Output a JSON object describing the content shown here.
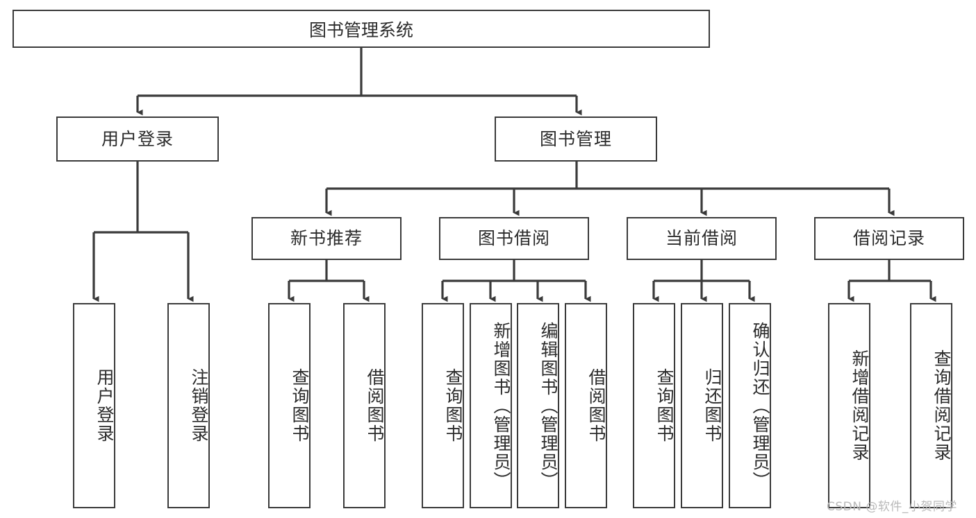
{
  "diagram": {
    "title": "图书管理系统",
    "type": "tree-hierarchy-diagram",
    "root": {
      "label": "图书管理系统"
    },
    "level2": [
      {
        "label": "用户登录"
      },
      {
        "label": "图书管理"
      }
    ],
    "level3": [
      {
        "label": "新书推荐"
      },
      {
        "label": "图书借阅"
      },
      {
        "label": "当前借阅"
      },
      {
        "label": "借阅记录"
      }
    ],
    "leaves": {
      "user_login": [
        {
          "label": "用户登录"
        },
        {
          "label": "注销登录"
        }
      ],
      "new_book_recommend": [
        {
          "label": "查询图书"
        },
        {
          "label": "借阅图书"
        }
      ],
      "book_borrow": [
        {
          "label": "查询图书"
        },
        {
          "label": "新增图书（管理员）"
        },
        {
          "label": "编辑图书（管理员）"
        },
        {
          "label": "借阅图书"
        }
      ],
      "current_borrow": [
        {
          "label": "查询图书"
        },
        {
          "label": "归还图书"
        },
        {
          "label": "确认归还（管理员）"
        }
      ],
      "borrow_record": [
        {
          "label": "新增借阅记录"
        },
        {
          "label": "查询借阅记录"
        }
      ]
    }
  },
  "watermark": {
    "text": "CSDN @软件_小贺同学"
  },
  "colors": {
    "stroke": "#3a3a3a",
    "text": "#2b2b2b",
    "background": "#ffffff",
    "watermark": "#b9b9b9"
  }
}
